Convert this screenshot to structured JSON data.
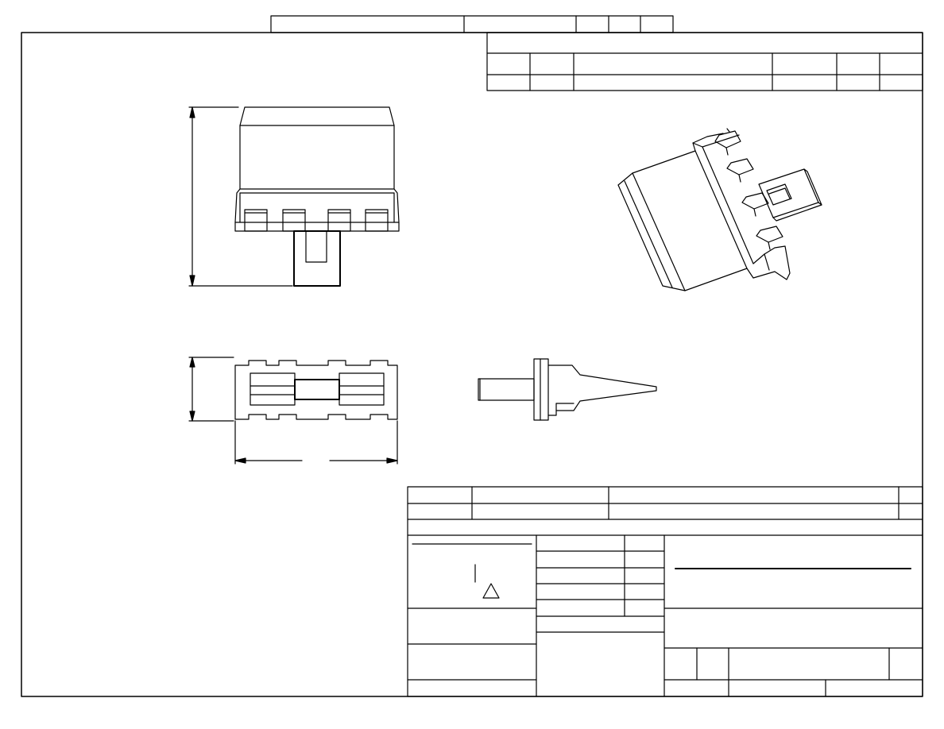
{
  "drawing": {
    "type": "technical-drawing",
    "line_color": "#000000",
    "background": "#ffffff",
    "views": [
      "front-view",
      "isometric-view",
      "top-view",
      "side-view"
    ],
    "note": ""
  }
}
